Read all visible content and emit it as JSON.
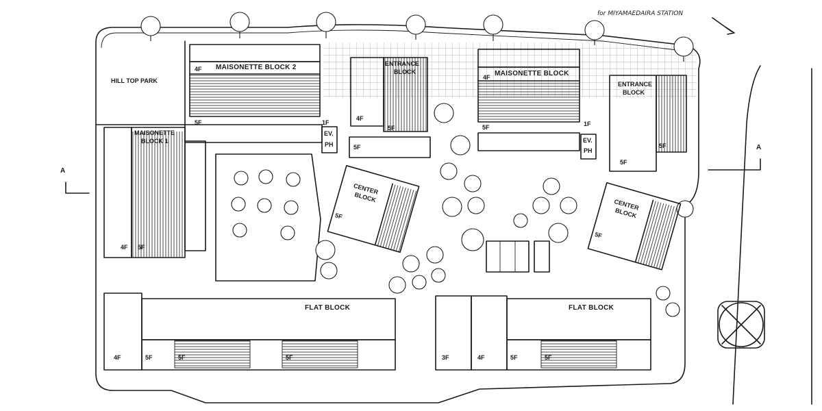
{
  "labels": {
    "station": "for MIYAMAEDAIRA STATION",
    "park": "HILL TOP PARK",
    "mais2": "MAISONETTE BLOCK 2",
    "mais1_a": "MAISONETTE",
    "mais1_b": "BLOCK 1",
    "mais_r": "MAISONETTE BLOCK",
    "entrance_a": "ENTRANCE",
    "entrance_b": "BLOCK",
    "center_a": "CENTER",
    "center_b": "BLOCK",
    "flat": "FLAT BLOCK",
    "ev_a": "EV.",
    "ev_b": "PH",
    "section": "A"
  },
  "floors": {
    "f1": "1F",
    "f3": "3F",
    "f4": "4F",
    "f5": "5F"
  },
  "colors": {
    "ink": "#1a1a1a",
    "paper": "#ffffff"
  }
}
